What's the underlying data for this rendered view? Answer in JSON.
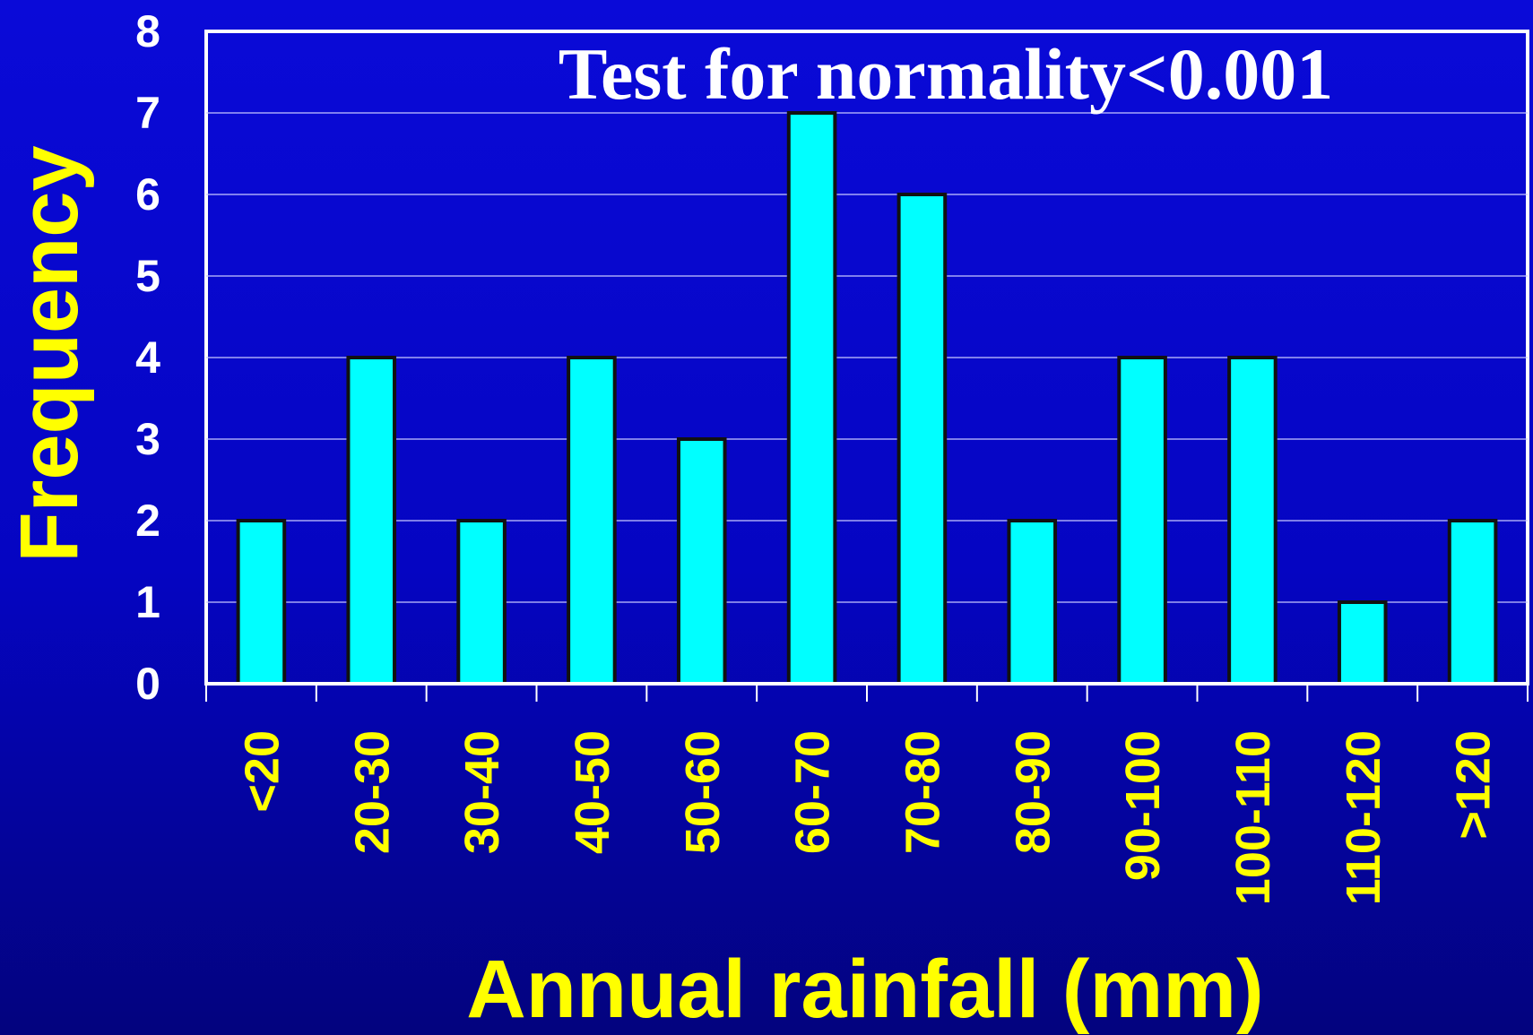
{
  "chart_data": {
    "type": "bar",
    "categories": [
      "<20",
      "20-30",
      "30-40",
      "40-50",
      "50-60",
      "60-70",
      "70-80",
      "80-90",
      "90-100",
      "100-110",
      "110-120",
      ">120"
    ],
    "values": [
      2,
      4,
      2,
      4,
      3,
      7,
      6,
      2,
      4,
      4,
      1,
      2
    ],
    "yticks": [
      "0",
      "1",
      "2",
      "3",
      "4",
      "5",
      "6",
      "7",
      "8"
    ],
    "ylim": [
      0,
      8
    ],
    "xlabel": "Annual rainfall (mm)",
    "ylabel": "Frequency",
    "annotation": "Test for normality<0.001",
    "grid": true,
    "colors": {
      "bar_fill": "#00ffff",
      "bar_stroke": "#111111",
      "tick_label": "#ffff00",
      "axis_label": "#ffff00",
      "ytick_label": "#ffffff",
      "annotation": "#ffffff",
      "grid": "#c8c8ff",
      "axis": "#ffffff"
    }
  }
}
